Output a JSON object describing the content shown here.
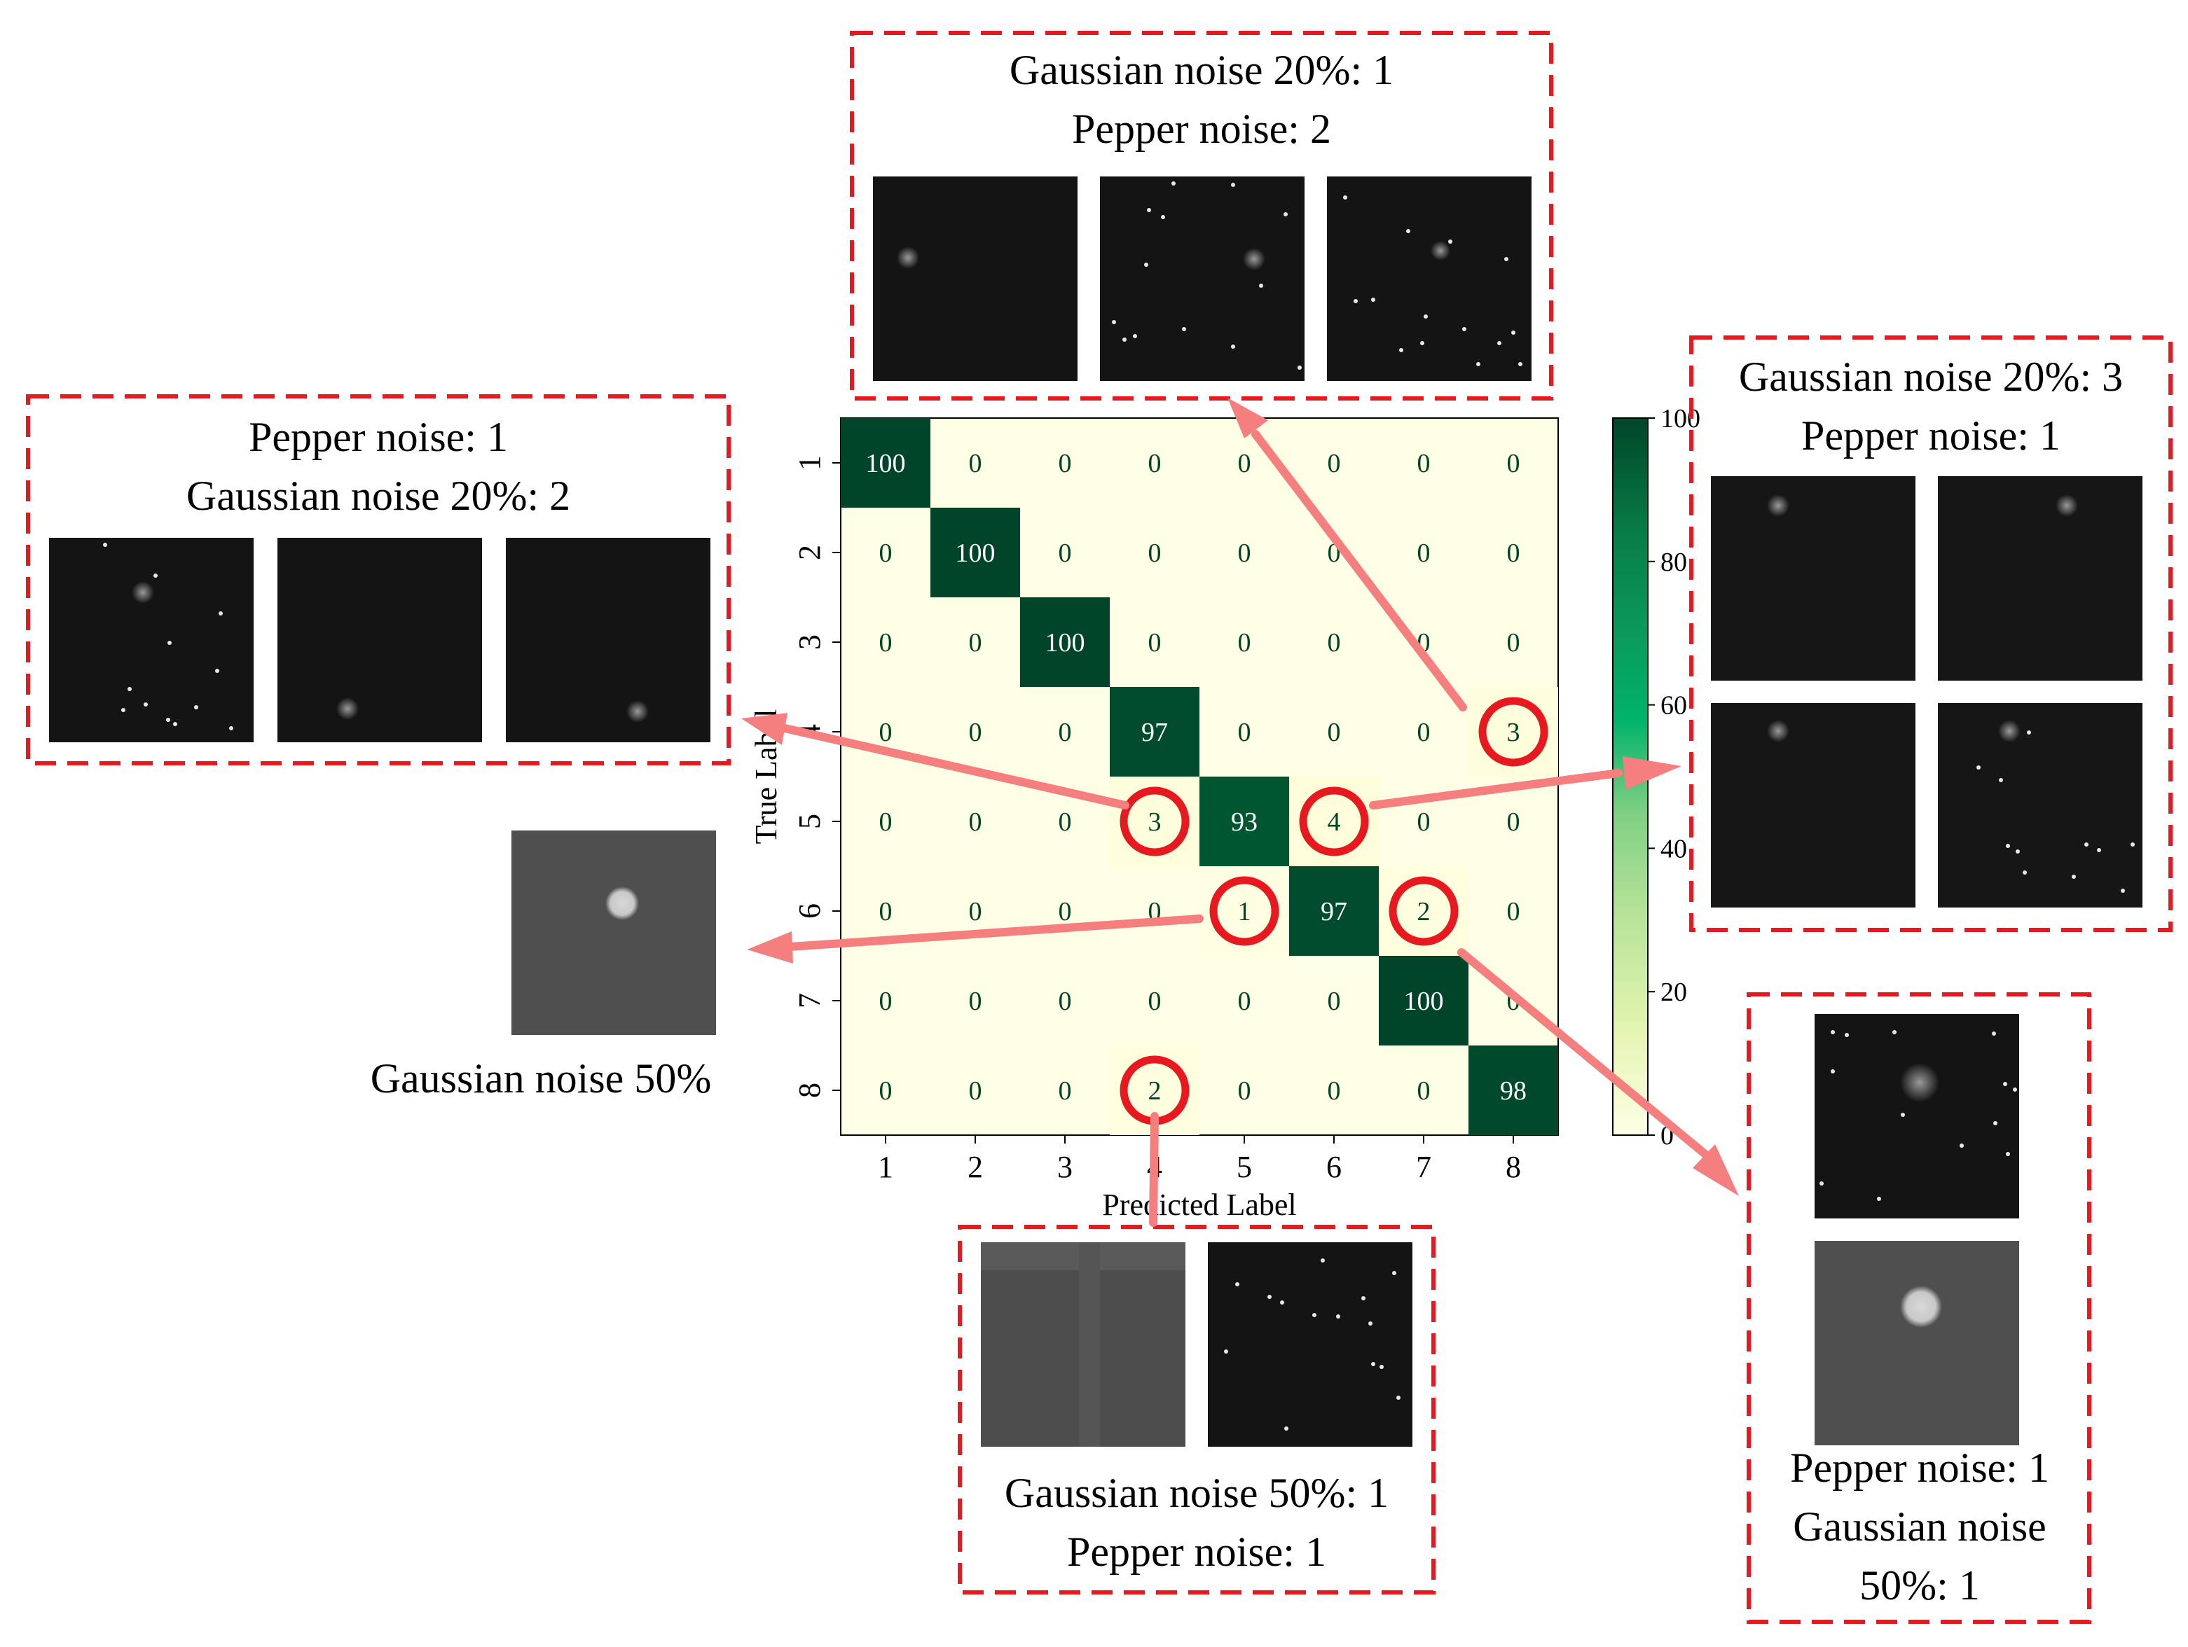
{
  "chart_data": {
    "type": "heatmap",
    "xlabel": "Predicted Label",
    "ylabel": "True Label",
    "x_categories": [
      "1",
      "2",
      "3",
      "4",
      "5",
      "6",
      "7",
      "8"
    ],
    "y_categories": [
      "1",
      "2",
      "3",
      "4",
      "5",
      "6",
      "7",
      "8"
    ],
    "values": [
      [
        100,
        0,
        0,
        0,
        0,
        0,
        0,
        0
      ],
      [
        0,
        100,
        0,
        0,
        0,
        0,
        0,
        0
      ],
      [
        0,
        0,
        100,
        0,
        0,
        0,
        0,
        0
      ],
      [
        0,
        0,
        0,
        97,
        0,
        0,
        0,
        3
      ],
      [
        0,
        0,
        0,
        3,
        93,
        4,
        0,
        0
      ],
      [
        0,
        0,
        0,
        0,
        1,
        97,
        2,
        0
      ],
      [
        0,
        0,
        0,
        0,
        0,
        0,
        100,
        0
      ],
      [
        0,
        0,
        0,
        2,
        0,
        0,
        0,
        98
      ]
    ],
    "colorbar": {
      "range": [
        0,
        100
      ],
      "ticks": [
        "0",
        "20",
        "40",
        "60",
        "80",
        "100"
      ],
      "colormap": [
        "#ffffe5",
        "#f7fcb9",
        "#c2e699",
        "#78c679",
        "#41ab5d",
        "#00b36b",
        "#006837",
        "#004529"
      ]
    },
    "highlighted_cells": [
      {
        "row": 3,
        "col": 7
      },
      {
        "row": 4,
        "col": 3
      },
      {
        "row": 4,
        "col": 5
      },
      {
        "row": 5,
        "col": 4
      },
      {
        "row": 5,
        "col": 6
      },
      {
        "row": 7,
        "col": 3
      }
    ]
  },
  "callouts": {
    "top": {
      "line1": "Gaussian noise 20%: 1",
      "line2": "Pepper noise: 2"
    },
    "left": {
      "line1": "Pepper noise: 1",
      "line2": "Gaussian noise 20%: 2"
    },
    "right": {
      "line1": "Gaussian noise 20%: 3",
      "line2": "Pepper noise: 1"
    },
    "left_single": {
      "caption": "Gaussian noise 50%"
    },
    "bottom": {
      "line1": "Gaussian noise 50%: 1",
      "line2": "Pepper noise: 1"
    },
    "bottom_right": {
      "line1": "Pepper noise: 1",
      "line2": "Gaussian noise",
      "line3": "50%: 1"
    }
  },
  "colors": {
    "dashed_box": "#e8191e",
    "highlight_circle": "#e8191e",
    "arrow": "#f57f7f",
    "cell_text_dark": "#004529",
    "cell_text_light": "#ffffff"
  }
}
